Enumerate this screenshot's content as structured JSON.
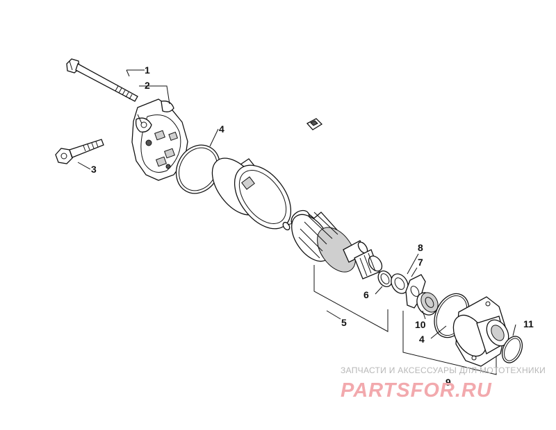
{
  "callouts": {
    "c1": "1",
    "c2": "2",
    "c3": "3",
    "c4a": "4",
    "c4b": "4",
    "c5": "5",
    "c6": "6",
    "c7": "7",
    "c8": "8",
    "c9": "9",
    "c10": "10",
    "c11": "11"
  },
  "watermark": {
    "tagline": "ЗАПЧАСТИ И АКСЕССУАРЫ ДЛЯ МОТОТЕХНИКИ",
    "brand": "PARTSFOR.RU",
    "brand_color": "#f2a9ad"
  }
}
